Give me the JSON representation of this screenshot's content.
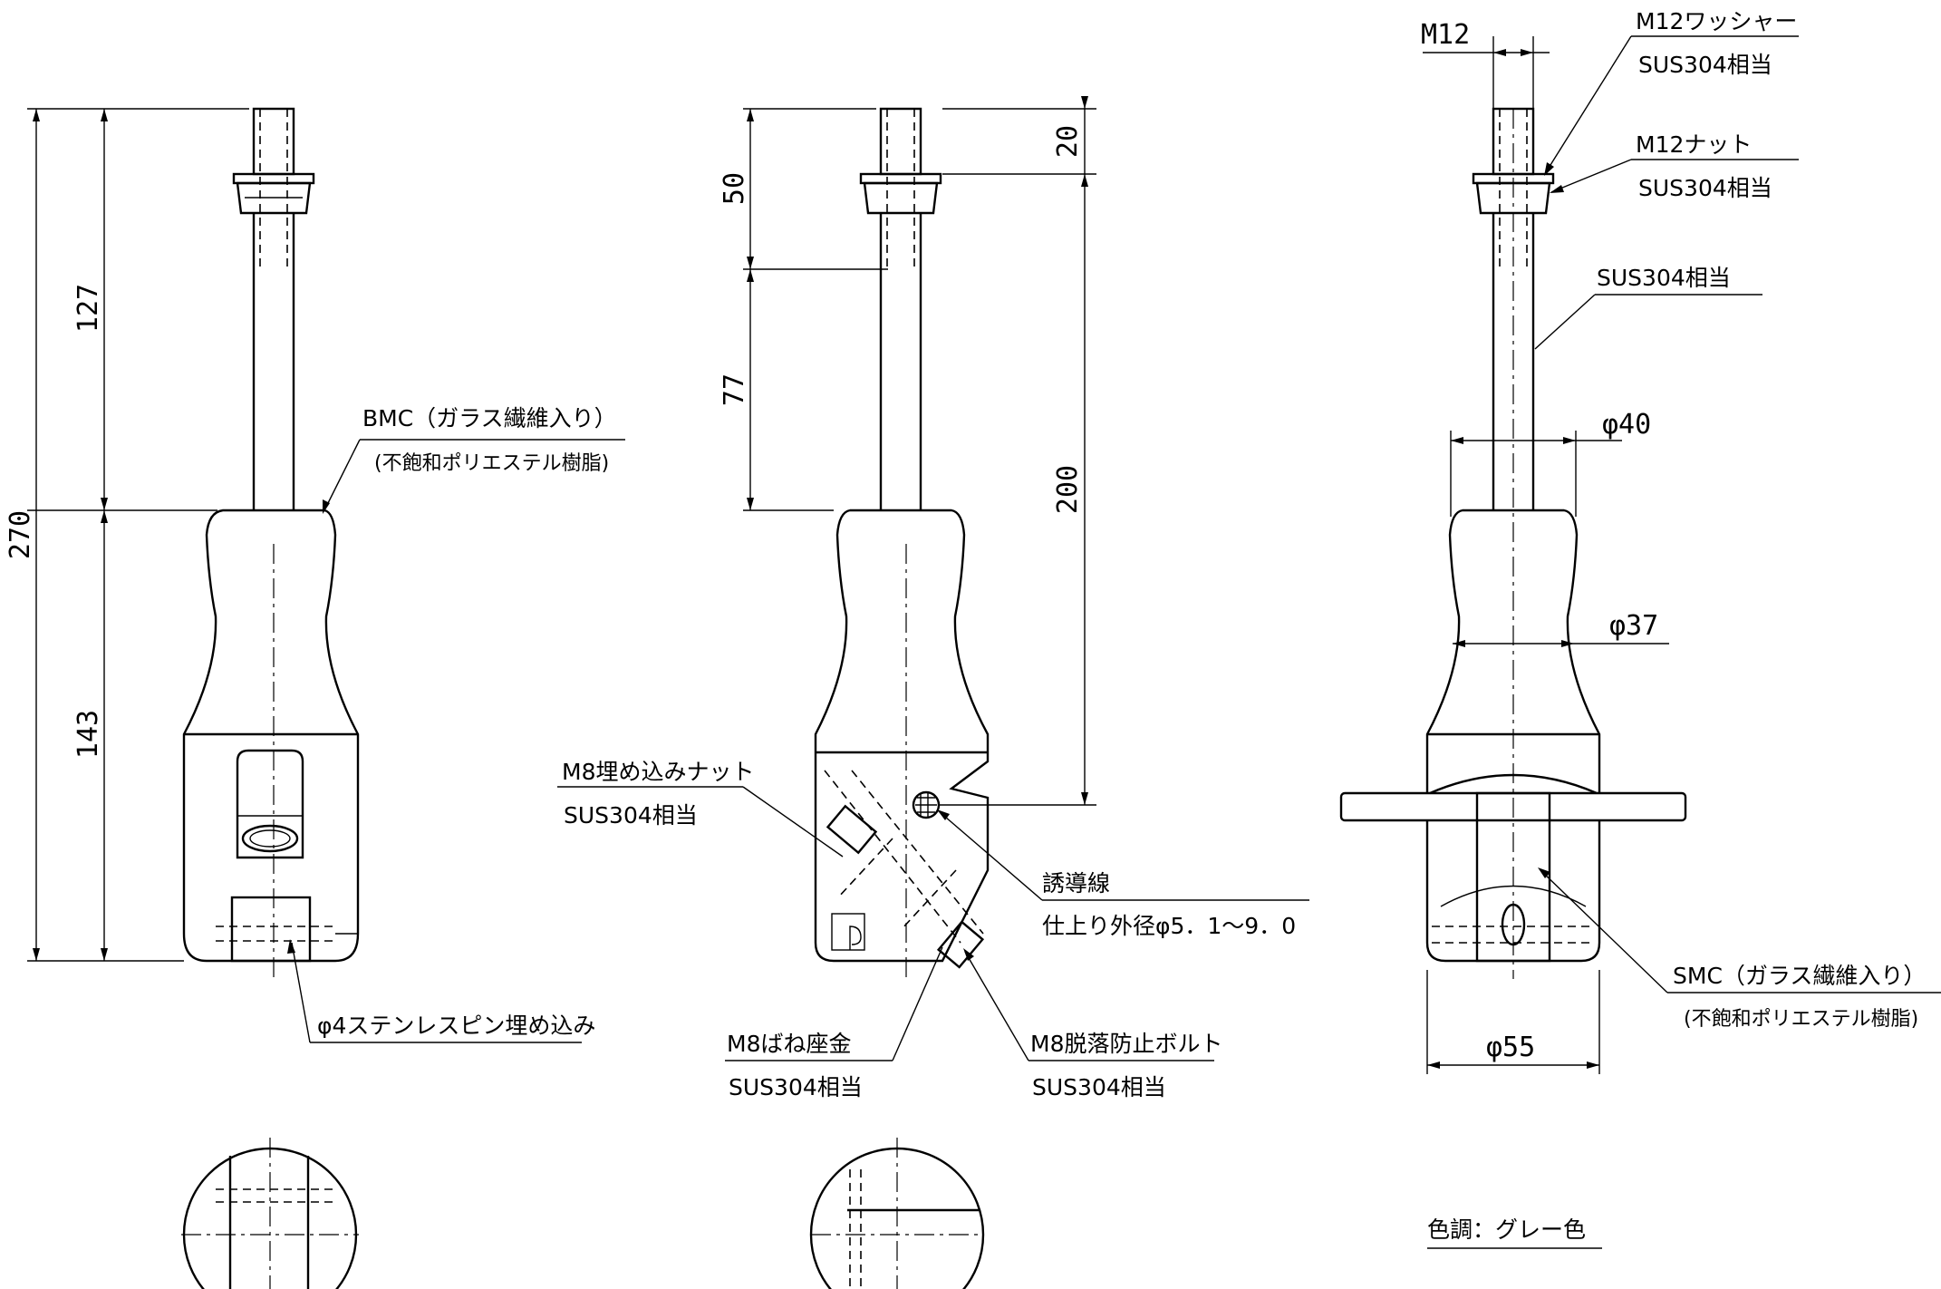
{
  "dimensions": {
    "overall_height": "270",
    "upper_length": "127",
    "lower_length": "143",
    "top_thread": "20",
    "nut_to_body": "50",
    "rod_lower": "77",
    "nut_to_wire": "200",
    "bolt_size": "M12",
    "dia_top": "φ40",
    "dia_mid": "φ37",
    "dia_base": "φ55"
  },
  "labels": {
    "bmc_line1": "BMC（ガラス繊維入り）",
    "bmc_line2": "(不飽和ポリエステル樹脂)",
    "pin": "φ4ステンレスピン埋め込み",
    "embed_nut": "M8埋め込みナット",
    "embed_nut_mat": "SUS304相当",
    "wire": "誘導線",
    "wire_spec": "仕上り外径φ5．1～9．0",
    "spring_washer": "M8ばね座金",
    "spring_washer_mat": "SUS304相当",
    "fall_bolt": "M8脱落防止ボルト",
    "fall_bolt_mat": "SUS304相当",
    "washer": "M12ワッシャー",
    "washer_mat": "SUS304相当",
    "nut": "M12ナット",
    "nut_mat": "SUS304相当",
    "rod_mat": "SUS304相当",
    "smc_line1": "SMC（ガラス繊維入り）",
    "smc_line2": "(不飽和ポリエステル樹脂)",
    "color_note": "色調：グレー色"
  }
}
